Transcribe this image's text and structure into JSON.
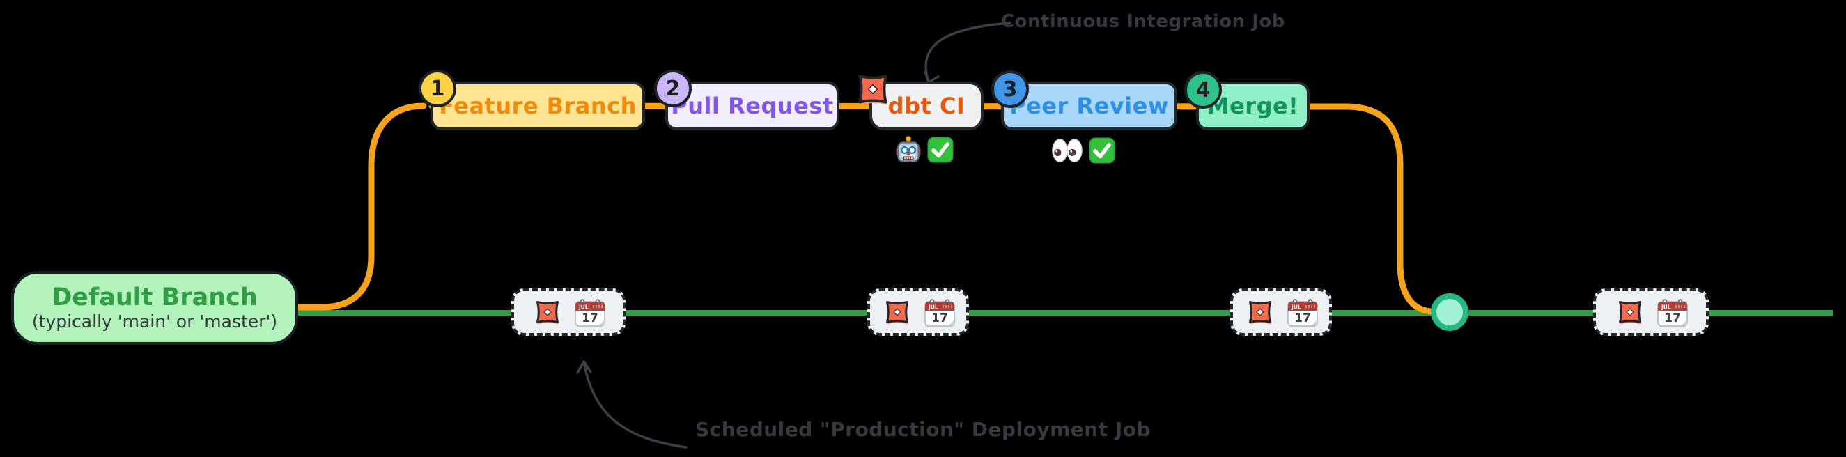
{
  "default_branch": {
    "title": "Default Branch",
    "subtitle": "(typically 'main' or 'master')"
  },
  "workflow_steps": [
    {
      "number": "1",
      "label": "Feature Branch"
    },
    {
      "number": "2",
      "label": "Pull Request"
    },
    {
      "number": "",
      "label": "dbt CI"
    },
    {
      "number": "3",
      "label": "Peer Review"
    },
    {
      "number": "4",
      "label": "Merge!"
    }
  ],
  "annotations": {
    "ci_label": "Continuous Integration Job",
    "prod_label": "Scheduled \"Production\" Deployment Job"
  },
  "ci_status_icons": [
    "robot-icon",
    "check-icon"
  ],
  "review_status_icons": [
    "eyes-icon",
    "check-icon"
  ],
  "scheduled_job": {
    "count": 4,
    "icons": [
      "dbt-icon",
      "calendar-icon"
    ],
    "calendar_month": "JUL",
    "calendar_day": "17"
  },
  "merge_node": "merge-commit-node",
  "colors": {
    "background": "#000000",
    "main_branch_line": "#2f9e44",
    "feature_branch_line": "#f5a31c",
    "annotation_text": "#343a40",
    "default_branch_box": "#b2f2bb",
    "default_branch_title": "#2f9e44",
    "feature_branch_box": "#ffe492",
    "feature_branch_text": "#ee8a0e",
    "pull_request_box": "#f1eefc",
    "pull_request_text": "#8257e6",
    "dbt_ci_box": "#eef0f2",
    "dbt_ci_text": "#e8590c",
    "peer_review_box": "#a8d7f8",
    "peer_review_text": "#2f8fe6",
    "merge_box": "#90eec9",
    "merge_text": "#14935c",
    "badge_1": "#fcd144",
    "badge_2": "#c9b5f8",
    "badge_3": "#4296e8",
    "badge_4": "#2ec289",
    "dbt_logo": "#f4694b",
    "merge_node_fill": "#9ff0d4",
    "merge_node_stroke": "#27b783",
    "scheduled_job_box": "#edf1f4"
  }
}
